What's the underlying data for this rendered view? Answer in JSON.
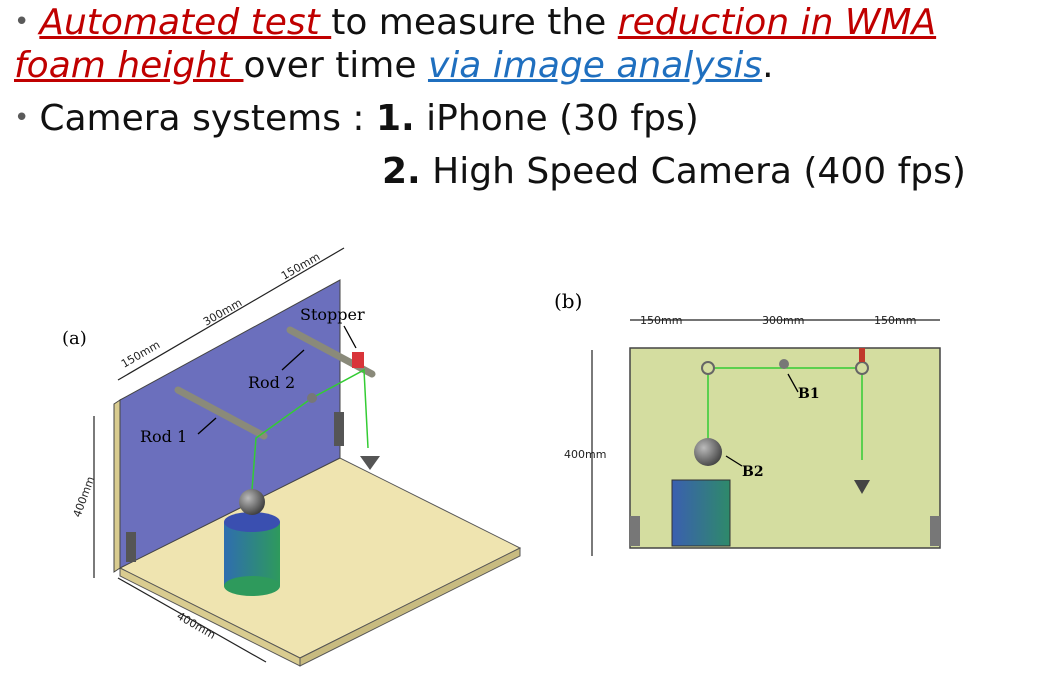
{
  "bullets": {
    "b1": {
      "p1": "Automated test ",
      "p2": "to measure the ",
      "p3": "reduction in WMA",
      "p4": "foam height ",
      "p5": "over time ",
      "p6": "via image analysis",
      "p7": "."
    },
    "b2": {
      "label": "Camera systems : ",
      "n1": "1.",
      "c1": " iPhone (30 fps)",
      "n2": "2.",
      "c2": " High Speed Camera (400 fps)"
    }
  },
  "figure_a": {
    "panel": "(a)",
    "rod1": "Rod 1",
    "rod2": "Rod 2",
    "stopper": "Stopper",
    "dim_150_left": "150mm",
    "dim_300": "300mm",
    "dim_150_right": "150mm",
    "dim_400_height": "400mm",
    "dim_400_base": "400mm"
  },
  "figure_b": {
    "panel": "(b)",
    "dim_150_left": "150mm",
    "dim_300": "300mm",
    "dim_150_right": "150mm",
    "dim_400": "400mm",
    "b1": "B1",
    "b2": "B2"
  },
  "colors": {
    "red_text": "#c00000",
    "blue_text": "#1f6fbf",
    "wall": "#6b6fbd",
    "base": "#efe4b0",
    "panel_b": "#d4dda0",
    "string": "#33cc33"
  }
}
